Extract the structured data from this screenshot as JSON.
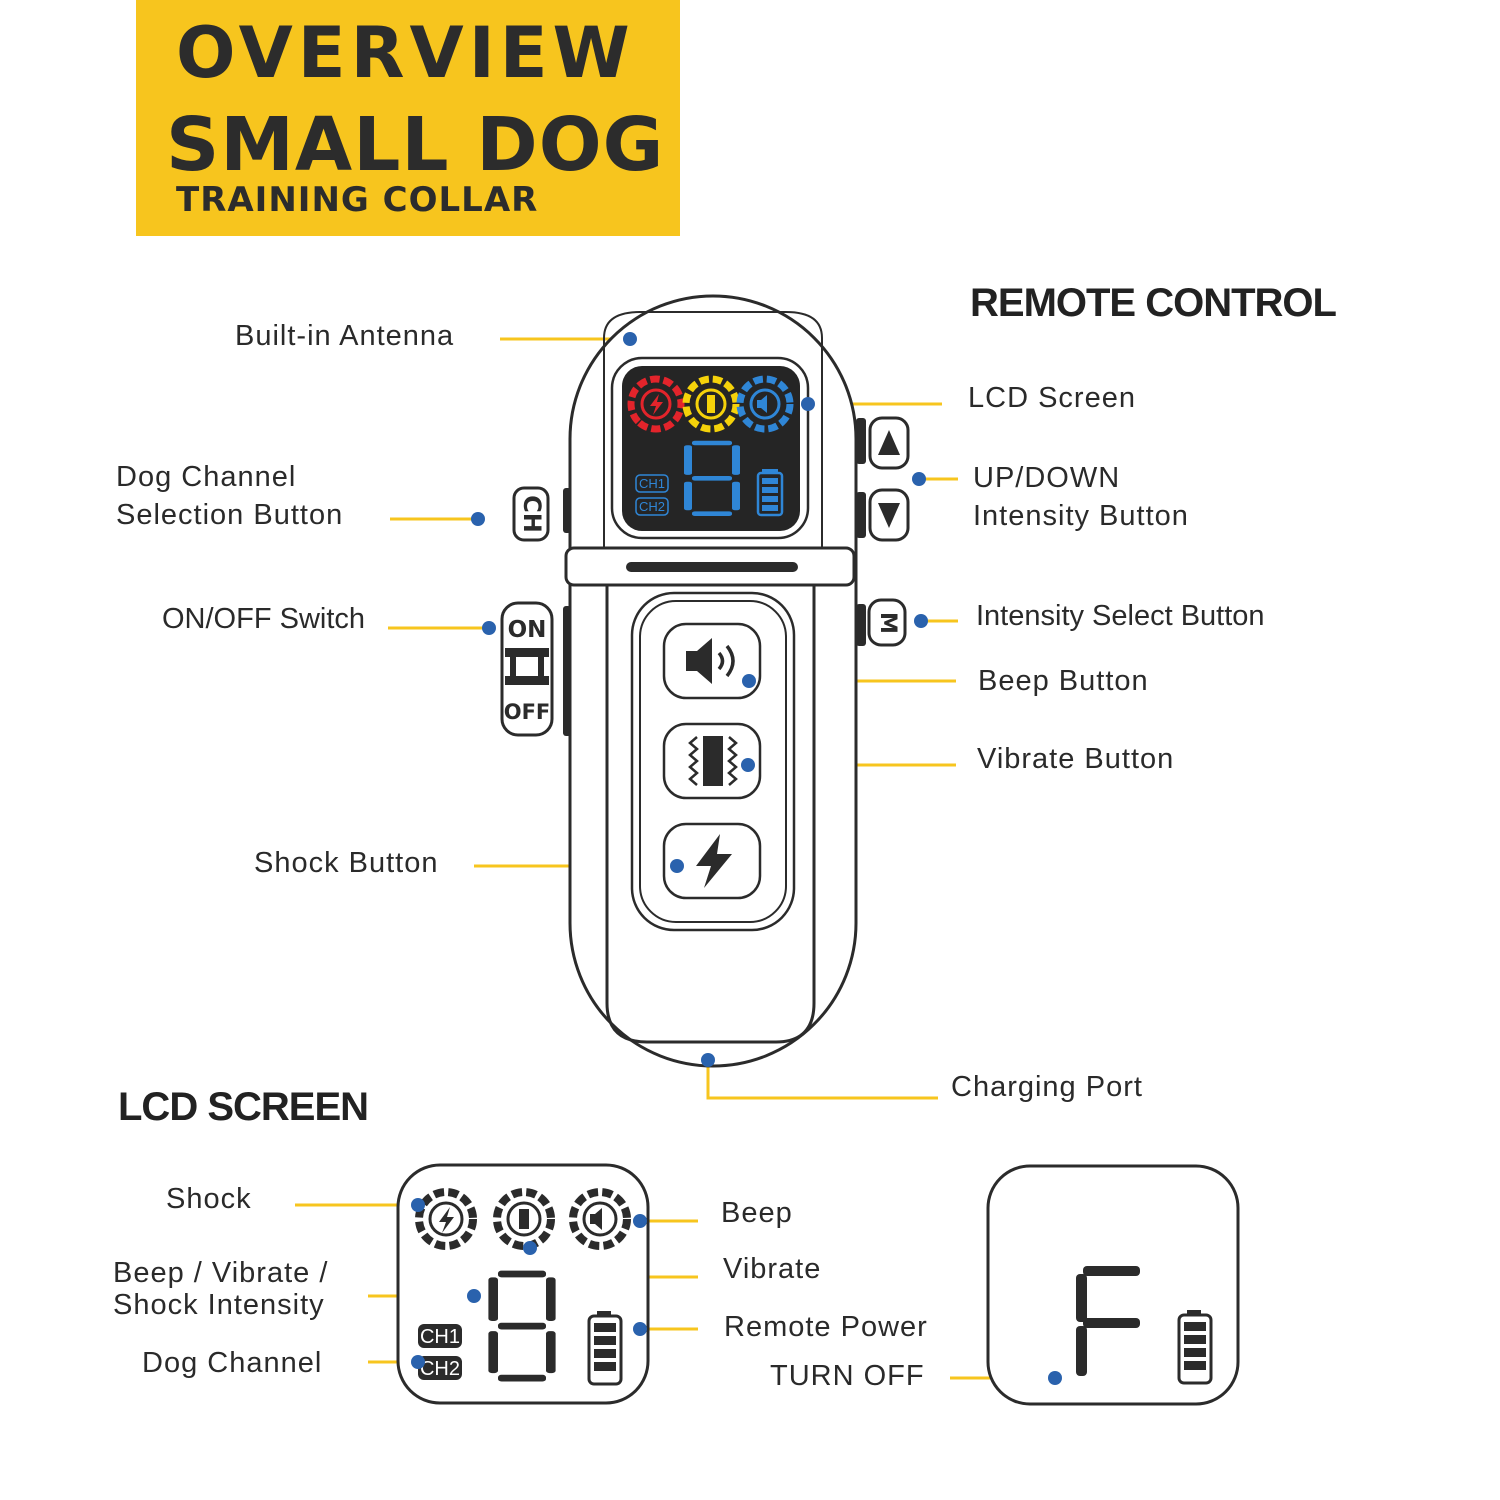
{
  "banner": {
    "line1": "OVERVIEW",
    "line2": "SMALL DOG",
    "line3": "TRAINING COLLAR"
  },
  "sections": {
    "remote": "REMOTE CONTROL",
    "lcd": "LCD SCREEN"
  },
  "remote_labels": {
    "antenna": "Built-in Antenna",
    "lcd_screen": "LCD Screen",
    "dog_channel_1": "Dog Channel",
    "dog_channel_2": "Selection Button",
    "updown_1": "UP/DOWN",
    "updown_2": "Intensity Button",
    "onoff": "ON/OFF Switch",
    "intensity_select": "Intensity Select Button",
    "beep": "Beep Button",
    "vibrate": "Vibrate Button",
    "shock": "Shock Button",
    "charging": "Charging Port"
  },
  "device_text": {
    "ch_button": "CH",
    "mode_button": "M",
    "on": "ON",
    "off": "OFF",
    "ch1": "CH1",
    "ch2": "CH2",
    "digit": "8",
    "off_digit": "F"
  },
  "lcd_labels": {
    "shock": "Shock",
    "intensity_1": "Beep / Vibrate /",
    "intensity_2": "Shock Intensity",
    "dog_channel": "Dog Channel",
    "beep": "Beep",
    "vibrate": "Vibrate",
    "remote_power": "Remote Power",
    "turn_off": "TURN OFF"
  },
  "colors": {
    "accent_yellow": "#f7c51e",
    "dot_blue": "#2a62ad",
    "lcd_blue": "#2f86d6",
    "shock_red": "#e3242b",
    "vibrate_yellow": "#f5d20a",
    "outline": "#2b2b2b"
  }
}
